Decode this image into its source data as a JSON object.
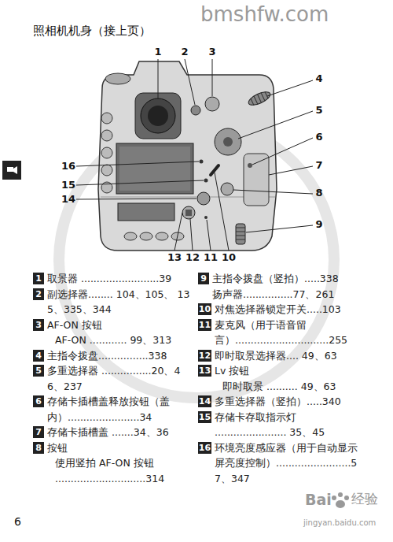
{
  "diagram": {
    "title": "照相机机身（接上页）",
    "nodes": [
      {
        "text": [
          "1",
          "取景器 .........................39"
        ]
      },
      {
        "text": [
          "2",
          "副选择器........ 104、105、 135、335、344"
        ]
      },
      {
        "text": [
          "3",
          "AF-ON 按钮",
          "AF-ON ............ 99、313"
        ]
      },
      {
        "text": [
          "4",
          "主指令拨盘................338"
        ]
      },
      {
        "text": [
          "5",
          "多重选择器 ................20、46、237"
        ]
      },
      {
        "text": [
          "6",
          "存储卡插槽盖释放按钮（盖内）.......................34"
        ]
      },
      {
        "text": [
          "7",
          "存储卡插槽盖 .......34、36"
        ]
      },
      {
        "text": [
          "8",
          "按钮",
          "使用竖拍 AF-ON 按钮 .............................314"
        ]
      },
      {
        "text": [
          "9",
          "主指令拨盘（竖拍）.....338",
          "扬声器................77、261"
        ]
      },
      {
        "text": [
          "10",
          "对焦选择器锁定开关.....103"
        ]
      },
      {
        "text": [
          "11",
          "麦克风（用于语音留言）..............................255"
        ]
      },
      {
        "text": [
          "12",
          "即时取景选择器.... 49、63"
        ]
      },
      {
        "text": [
          "13",
          "Lv 按钮",
          "即时取景 .......... 49、63"
        ]
      },
      {
        "text": [
          "14",
          "多重选择器（竖拍）.....340"
        ]
      },
      {
        "text": [
          "15",
          "存储卡存取指示灯 ....................... 35、45"
        ]
      },
      {
        "text": [
          "16",
          "环境亮度感应器（用于自动显示屏亮度控制）........................57、347"
        ]
      }
    ],
    "labels": [
      "bmshfw.com",
      "1",
      "2",
      "3",
      "4",
      "5",
      "6",
      "7",
      "8",
      "9",
      "16",
      "15",
      "14",
      "13",
      "12",
      "11",
      "10",
      "6",
      "Bai",
      "经验",
      "jingyan.baidu.com"
    ]
  }
}
